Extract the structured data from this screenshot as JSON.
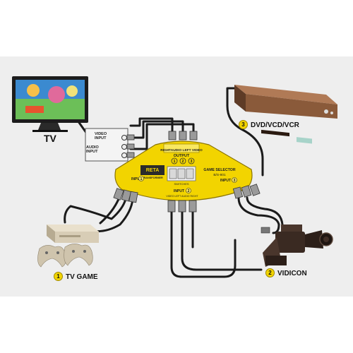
{
  "labels": {
    "tv": "TV",
    "dvd_number": "3",
    "dvd": "DVD/VCD/VCR",
    "game_number": "1",
    "game": "TV GAME",
    "vidicon_number": "2",
    "vidicon": "VIDICON"
  },
  "tv_jack_panel": {
    "video_input": "VIDEO\nINPUT",
    "audio_input": "AUDIO\nINPUT"
  },
  "switch_box": {
    "top_label": "RIGHTAUDIO LEFT VIDEO",
    "output": "OUTPUT",
    "output_numbers": [
      "1",
      "2",
      "3"
    ],
    "brand": "RETA",
    "brand_sub": "TRANSFORMER",
    "model": "GAME SELECTOR",
    "model_code": "B/S-801",
    "switch_caption": "SWITCHES",
    "input_left": "INPUT",
    "input_left_number": "1",
    "input_center": "INPUT",
    "input_center_number": "2",
    "input_right": "INPUT",
    "input_right_number": "3",
    "jack_caption": "VIDEO LEFT AUDIO RIGHT"
  },
  "colors": {
    "background": "#eeeeee",
    "switch_body": "#f2d400",
    "cable": "#1a1a1a",
    "tv_bezel": "#1c1c1c",
    "dvd_body": "#8a5a3a",
    "console_body": "#d8cdb6",
    "camera_body": "#3a2a22",
    "number_badge": "#f2d400"
  },
  "icons": [
    "tv-icon",
    "dvd-player-icon",
    "game-console-icon",
    "gamepad-icon",
    "camcorder-icon",
    "rca-plug-icon"
  ]
}
